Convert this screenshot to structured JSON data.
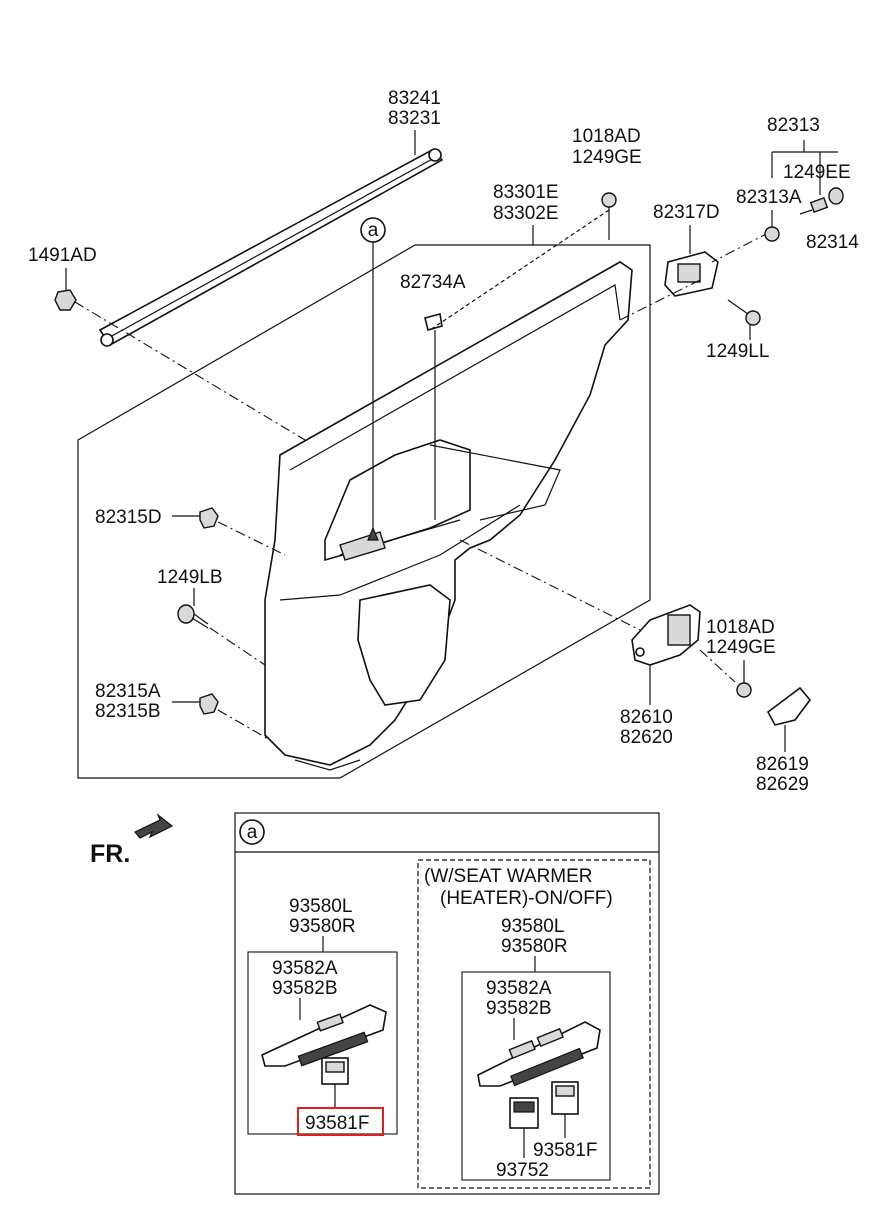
{
  "labels": {
    "p83241": "83241",
    "p83231": "83231",
    "p1018AD_top": "1018AD",
    "p1249GE_top": "1249GE",
    "p82313": "82313",
    "p1249EE": "1249EE",
    "p83301E": "83301E",
    "p83302E": "83302E",
    "p82317D": "82317D",
    "p82313A": "82313A",
    "p82314": "82314",
    "p1491AD": "1491AD",
    "p82734A": "82734A",
    "p1249LL": "1249LL",
    "p82315D": "82315D",
    "p1249LB": "1249LB",
    "p1018AD_right": "1018AD",
    "p1249GE_right": "1249GE",
    "p82315A": "82315A",
    "p82315B": "82315B",
    "p82610": "82610",
    "p82620": "82620",
    "p82619": "82619",
    "p82629": "82629"
  },
  "callout": "a",
  "front_label": "FR.",
  "detail": {
    "marker": "a",
    "left": {
      "p93580L": "93580L",
      "p93580R": "93580R",
      "p93582A": "93582A",
      "p93582B": "93582B",
      "p93581F": "93581F"
    },
    "right": {
      "caption_line1": "(W/SEAT WARMER",
      "caption_line2": "(HEATER)-ON/OFF)",
      "p93580L": "93580L",
      "p93580R": "93580R",
      "p93582A": "93582A",
      "p93582B": "93582B",
      "p93581F": "93581F",
      "p93752": "93752"
    }
  },
  "highlight": {
    "part": "93581F",
    "color": "#e02020"
  }
}
